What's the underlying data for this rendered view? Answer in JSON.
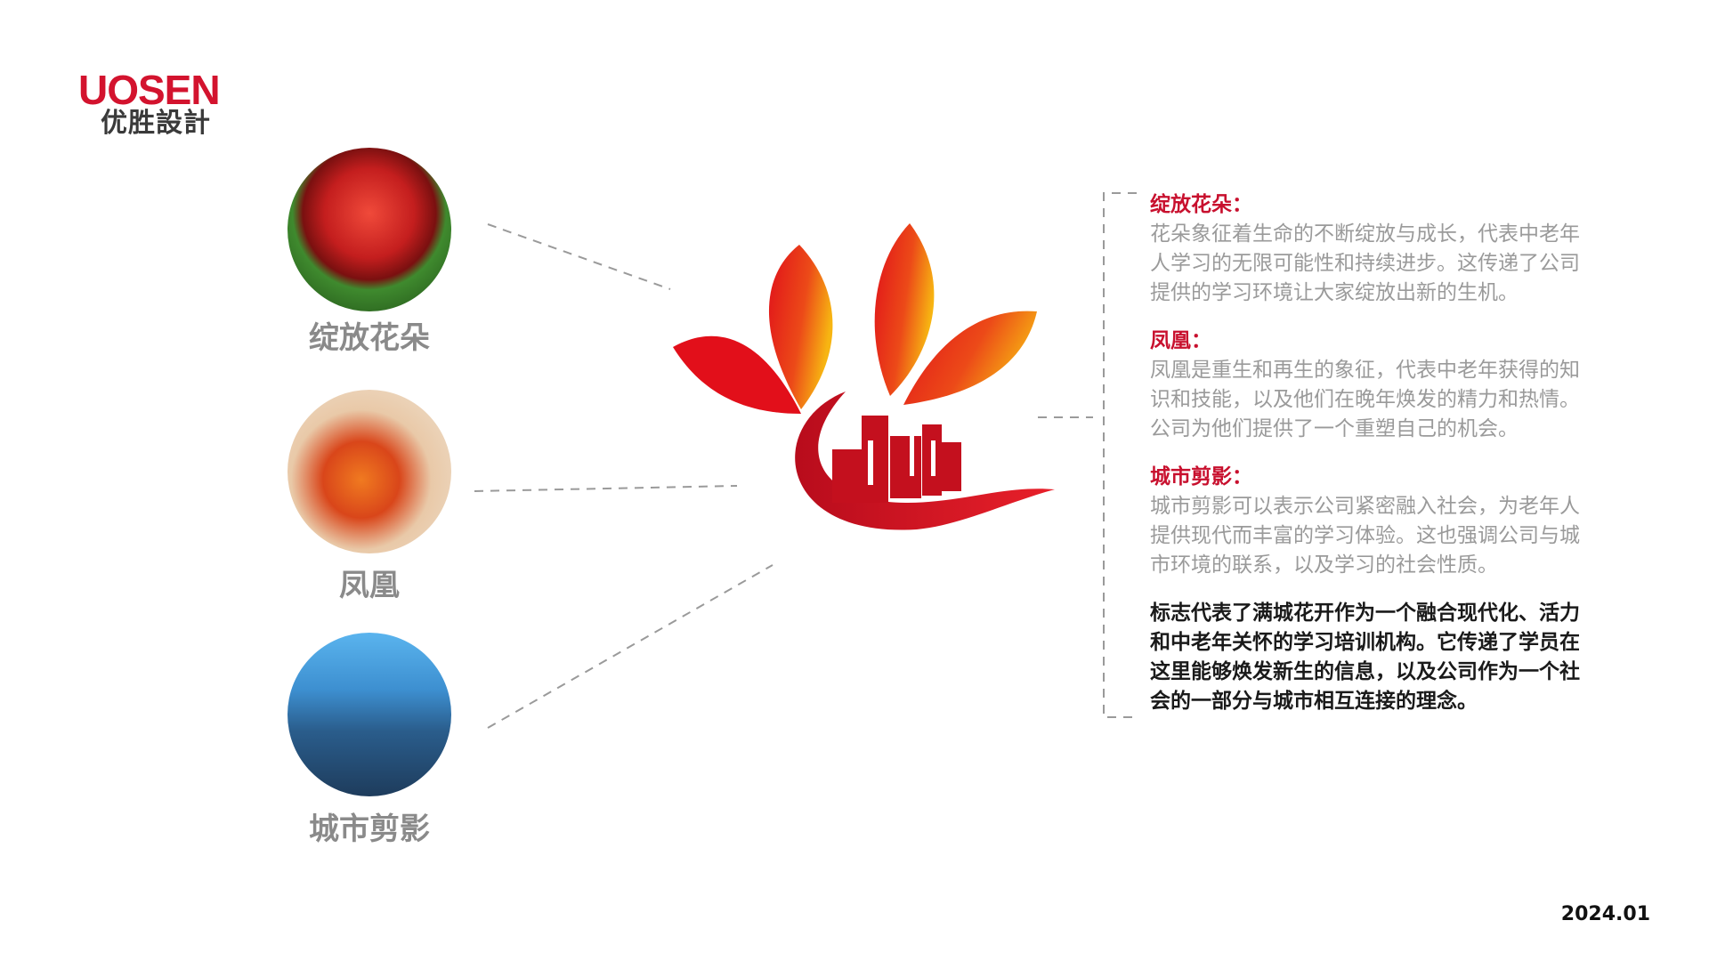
{
  "brand": {
    "name_en": "UOSEN",
    "name_cn": "优胜設計"
  },
  "left_items": [
    {
      "label": "绽放花朵",
      "icon": "flower-photo"
    },
    {
      "label": "凤凰",
      "icon": "phoenix-photo"
    },
    {
      "label": "城市剪影",
      "icon": "city-photo"
    }
  ],
  "sections": [
    {
      "title": "绽放花朵：",
      "body": "花朵象征着生命的不断绽放与成长，代表中老年人学习的无限可能性和持续进步。这传递了公司提供的学习环境让大家绽放出新的生机。"
    },
    {
      "title": "凤凰：",
      "body": "凤凰是重生和再生的象征，代表中老年获得的知识和技能，以及他们在晚年焕发的精力和热情。公司为他们提供了一个重塑自己的机会。"
    },
    {
      "title": "城市剪影：",
      "body": "城市剪影可以表示公司紧密融入社会，为老年人提供现代而丰富的学习体验。这也强调公司与城市环境的联系，以及学习的社会性质。"
    }
  ],
  "summary": "标志代表了满城花开作为一个融合现代化、活力和中老年关怀的学习培训机构。它传递了学员在这里能够焕发新生的信息，以及公司作为一个社会的一部分与城市相互连接的理念。",
  "date": "2024.01",
  "colors": {
    "accent": "#c8102e",
    "body_text": "#9a9a9a"
  }
}
